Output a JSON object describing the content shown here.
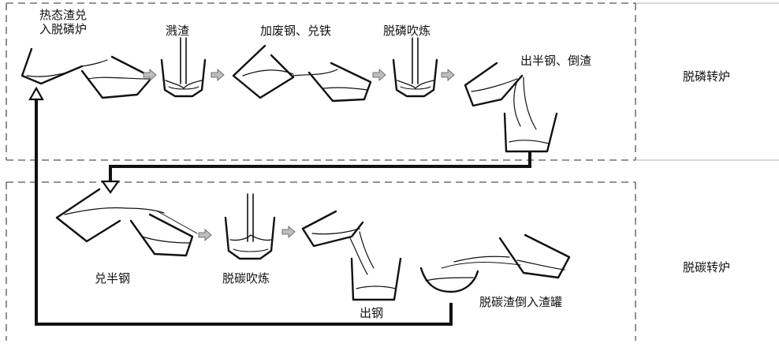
{
  "diagram": {
    "sections": {
      "dephosphorization": {
        "label": "脱磷转炉"
      },
      "decarburization": {
        "label": "脱碳转炉"
      }
    },
    "top_steps": [
      {
        "id": "charge-slag",
        "label": "热态渣兑\n入脱磷炉"
      },
      {
        "id": "slag-splash",
        "label": "溅渣"
      },
      {
        "id": "add-scrap-iron",
        "label": "加废钢、兑铁"
      },
      {
        "id": "dephos-blow",
        "label": "脱磷吹炼"
      },
      {
        "id": "tap-semi-steel",
        "label": "出半钢、倒渣"
      }
    ],
    "bottom_steps": [
      {
        "id": "pour-semi-steel",
        "label": "兑半钢"
      },
      {
        "id": "decarb-blow",
        "label": "脱碳吹炼"
      },
      {
        "id": "tap-steel",
        "label": "出钢"
      },
      {
        "id": "slag-to-pot",
        "label": "脱碳渣倒入渣罐"
      }
    ],
    "colors": {
      "line": "#111111",
      "dash": "#555555",
      "arrow_fill": "#bdbdbd"
    }
  }
}
